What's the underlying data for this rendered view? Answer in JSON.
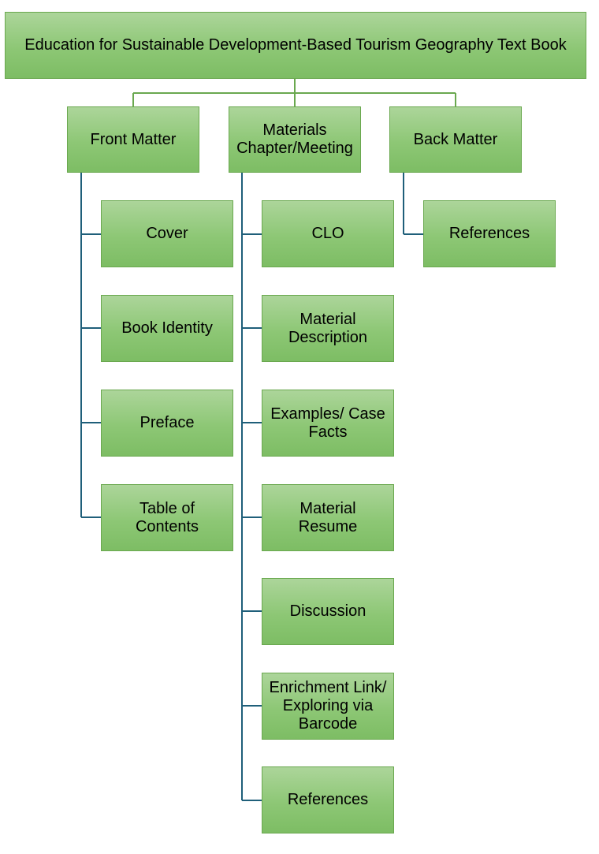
{
  "root": {
    "label": "Education for Sustainable Development-Based Tourism Geography Text Book"
  },
  "front_matter": {
    "label": "Front Matter",
    "items": [
      {
        "label": "Cover"
      },
      {
        "label": "Book Identity"
      },
      {
        "label": "Preface"
      },
      {
        "label": "Table of Contents"
      }
    ]
  },
  "materials": {
    "label": "Materials Chapter/Meeting",
    "items": [
      {
        "label": "CLO"
      },
      {
        "label": "Material Description"
      },
      {
        "label": "Examples/ Case Facts"
      },
      {
        "label": "Material Resume"
      },
      {
        "label": "Discussion"
      },
      {
        "label": "Enrichment Link/ Exploring via Barcode"
      },
      {
        "label": "References"
      }
    ]
  },
  "back_matter": {
    "label": "Back Matter",
    "items": [
      {
        "label": "References"
      }
    ]
  },
  "colors": {
    "box_border": "#6aa84f",
    "box_fill_top": "#acd59a",
    "box_fill_bottom": "#7dbd64",
    "top_connector": "#6aa84f",
    "branch_connector": "#1f5f7a"
  }
}
